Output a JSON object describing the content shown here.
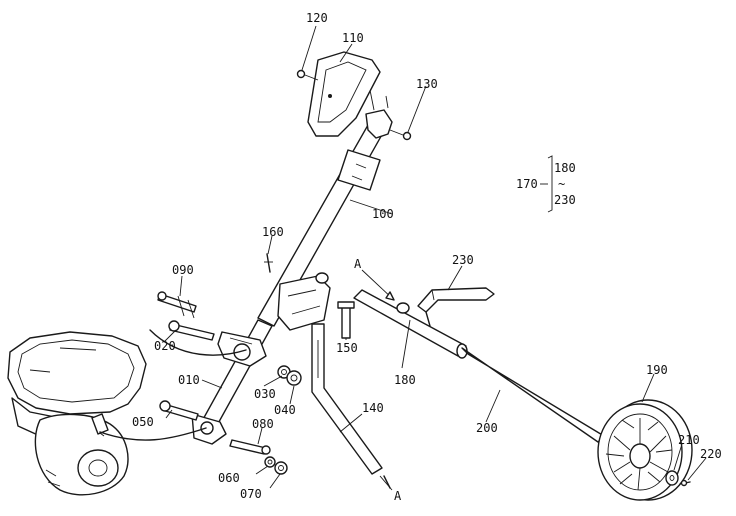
{
  "diagram": {
    "labels": {
      "p010": "010",
      "p020": "020",
      "p030": "030",
      "p040": "040",
      "p050": "050",
      "p060": "060",
      "p070": "070",
      "p080": "080",
      "p090": "090",
      "p100": "100",
      "p110": "110",
      "p120": "120",
      "p130": "130",
      "p140": "140",
      "p150": "150",
      "p160": "160",
      "p170": "170",
      "p180": "180",
      "p190": "190",
      "p200": "200",
      "p210": "210",
      "p220": "220",
      "p230": "230",
      "range_start": "180",
      "range_end": "230",
      "range_tilde": "~",
      "marker_a_top": "A",
      "marker_a_bottom": "A"
    }
  }
}
